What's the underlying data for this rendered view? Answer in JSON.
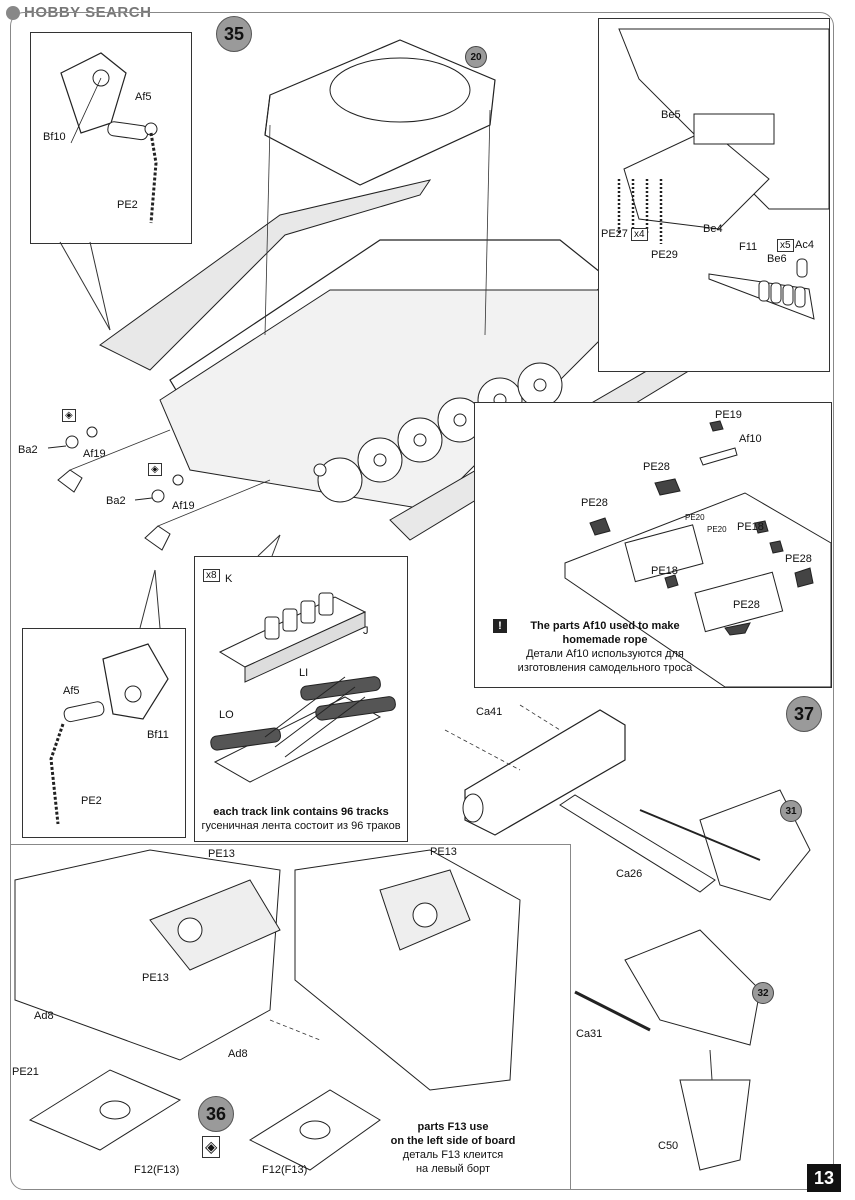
{
  "header": {
    "brand": "HOBBY SEARCH"
  },
  "steps": {
    "s35": "35",
    "s36": "36",
    "s37": "37"
  },
  "sub_refs": {
    "r20": "20",
    "r31": "31",
    "r32": "32"
  },
  "qty": {
    "x4": "x4",
    "x5": "x5",
    "x8": "x8"
  },
  "labels": {
    "bf10": "Bf10",
    "af5_top": "Af5",
    "pe2_top": "PE2",
    "be5": "Be5",
    "pe27": "PE27",
    "pe29": "PE29",
    "be4": "Be4",
    "f11": "F11",
    "ac4": "Ac4",
    "be6": "Be6",
    "ba2_a": "Ba2",
    "af19_a": "Af19",
    "ba2_b": "Ba2",
    "af19_b": "Af19",
    "k": "K",
    "j": "J",
    "li": "LI",
    "lo": "LO",
    "pe19": "PE19",
    "af10": "Af10",
    "pe28_a": "PE28",
    "pe28_b": "PE28",
    "pe20_a": "PE20",
    "pe20_b": "PE20",
    "pe18_a": "PE18",
    "pe18_b": "PE18",
    "pe28_c": "PE28",
    "pe28_d": "PE28",
    "af5_bot": "Af5",
    "bf11": "Bf11",
    "pe2_bot": "PE2",
    "ca41": "Ca41",
    "ca26": "Ca26",
    "ca31": "Ca31",
    "c50": "C50",
    "pe13_a": "PE13",
    "pe13_b": "PE13",
    "pe13_c": "PE13",
    "ad8_a": "Ad8",
    "pe21": "PE21",
    "f12_a": "F12(F13)",
    "ad8_b": "Ad8",
    "f12_b": "F12(F13)"
  },
  "notes": {
    "rope_en_1": "The parts Af10 used to make",
    "rope_en_2": "homemade rope",
    "rope_ru_1": "Детали Af10 используются для",
    "rope_ru_2": "изготовления самодельного троса",
    "track_en": "each track link contains 96 tracks",
    "track_ru": "гусеничная лента состоит из 96 траков",
    "f13_en_1": "parts F13 use",
    "f13_en_2": "on the left side of board",
    "f13_ru_1": "деталь F13 клеится",
    "f13_ru_2": "на левый борт"
  },
  "page_number": "13"
}
